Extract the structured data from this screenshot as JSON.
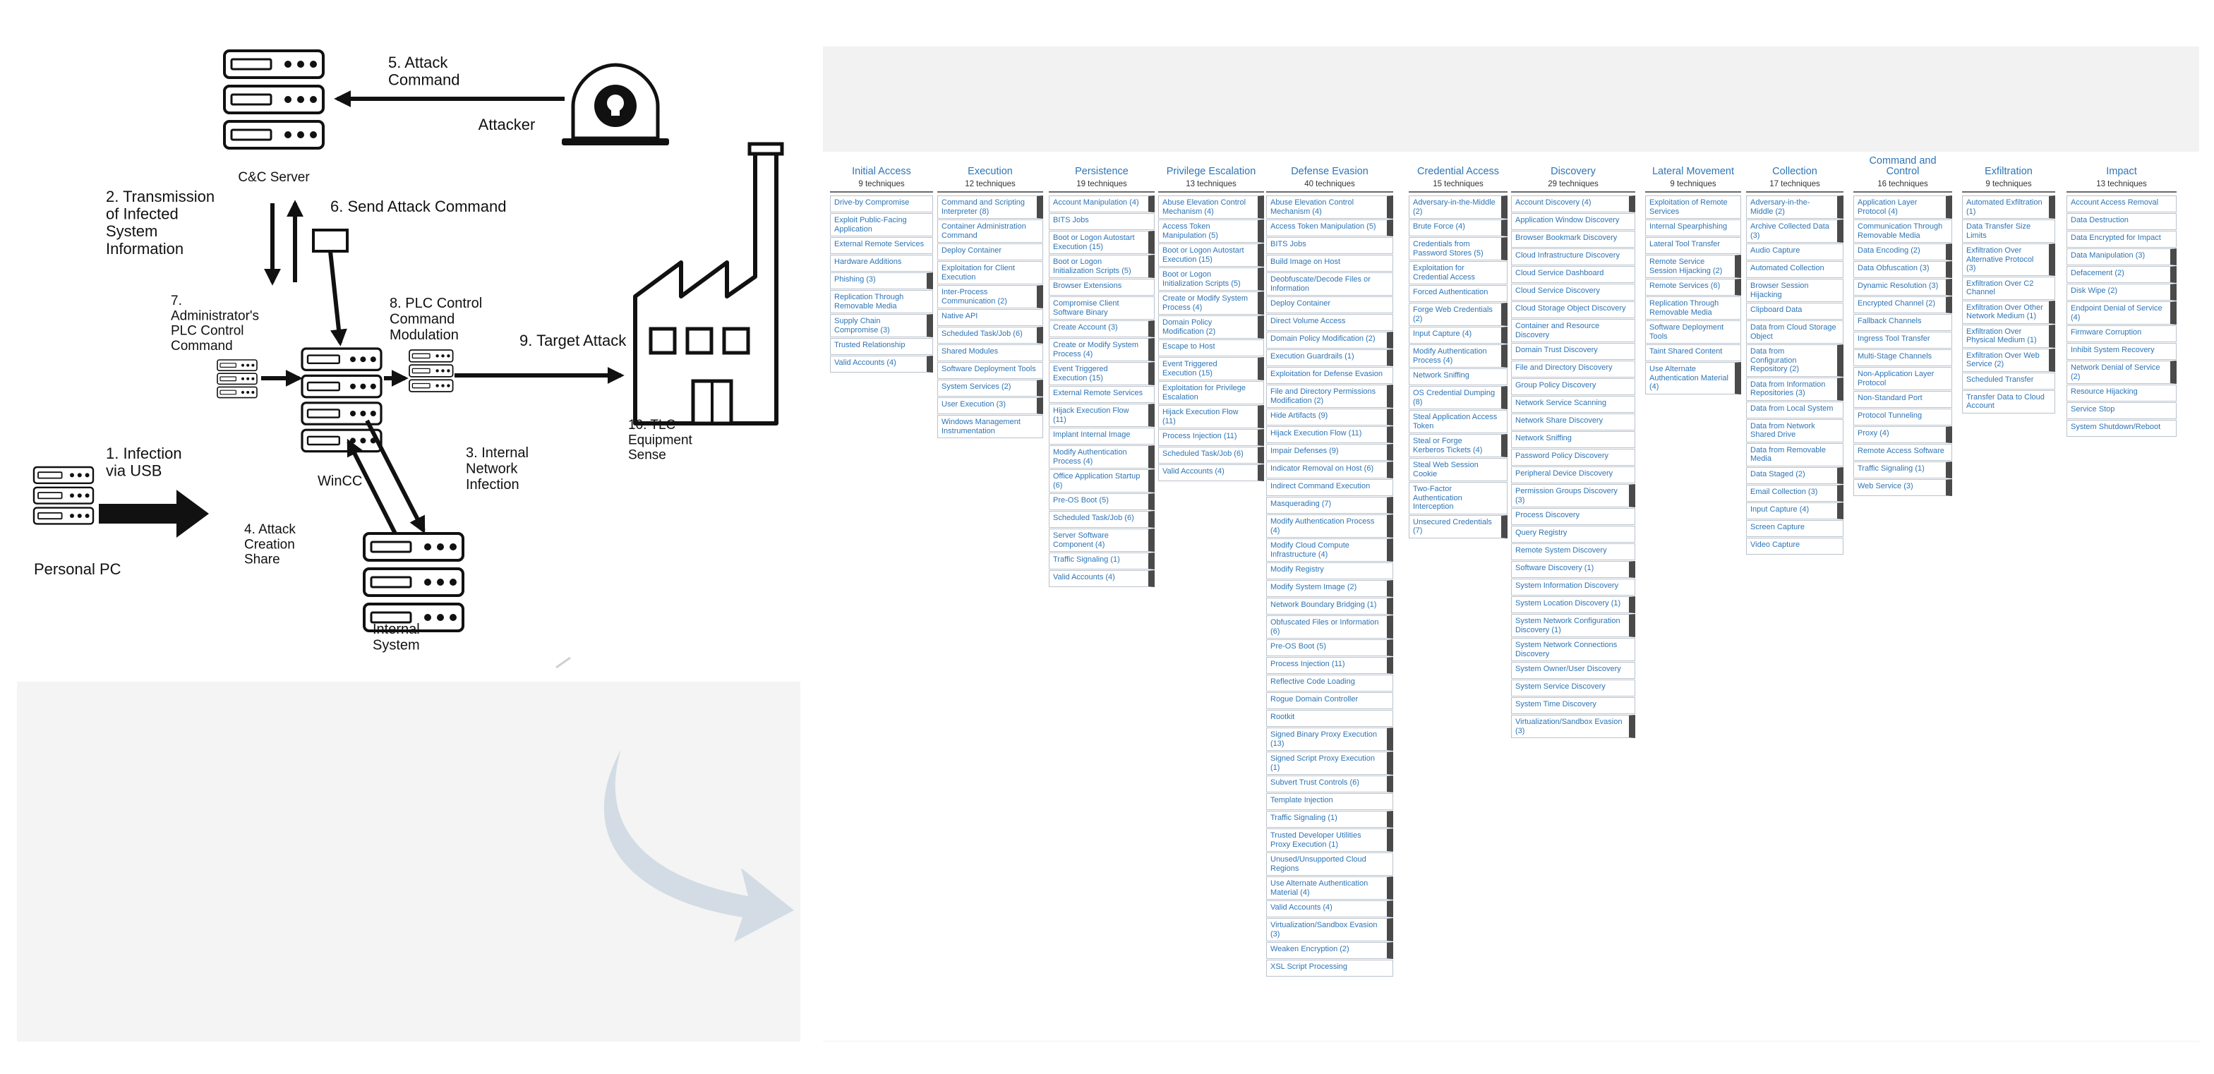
{
  "diagram": {
    "labels": {
      "attack_command": "5. Attack\nCommand",
      "attacker": "Attacker",
      "cc_server": "C&C Server",
      "transmission": "2. Transmission\nof Infected\nSystem\nInformation",
      "send_attack": "6. Send Attack Command",
      "admin_plc": "7.\nAdministrator's\nPLC Control\nCommand",
      "plc_mod": "8. PLC Control\nCommand\nModulation",
      "target_attack": "9. Target Attack",
      "tlc": "10. TLC\nEquipment\nSense",
      "infection_usb": "1. Infection\nvia USB",
      "attack_share": "4. Attack\nCreation\nShare",
      "internal_infection": "3. Internal\nNetwork\nInfection",
      "wincc": "WinCC",
      "personal_pc": "Personal PC",
      "internal_system": "Internal\nSystem"
    },
    "colors": {
      "ink": "#111111",
      "arrow": "#cfd9e2",
      "link": "#2e75b6",
      "subtech": "#4a4a4a"
    }
  },
  "matrix": [
    {
      "tactic": "Initial Access",
      "count": "9 techniques",
      "items": [
        {
          "t": "Drive-by Compromise"
        },
        {
          "t": "Exploit Public-Facing Application"
        },
        {
          "t": "External Remote Services"
        },
        {
          "t": "Hardware Additions"
        },
        {
          "t": "Phishing (3)",
          "s": 1
        },
        {
          "t": "Replication Through Removable Media"
        },
        {
          "t": "Supply Chain Compromise (3)",
          "s": 1
        },
        {
          "t": "Trusted Relationship"
        },
        {
          "t": "Valid Accounts (4)",
          "s": 1
        }
      ]
    },
    {
      "tactic": "Execution",
      "count": "12 techniques",
      "items": [
        {
          "t": "Command and Scripting Interpreter (8)",
          "s": 1
        },
        {
          "t": "Container Administration Command"
        },
        {
          "t": "Deploy Container"
        },
        {
          "t": "Exploitation for Client Execution"
        },
        {
          "t": "Inter-Process Communication (2)",
          "s": 1
        },
        {
          "t": "Native API"
        },
        {
          "t": "Scheduled Task/Job (6)",
          "s": 1
        },
        {
          "t": "Shared Modules"
        },
        {
          "t": "Software Deployment Tools"
        },
        {
          "t": "System Services (2)",
          "s": 1
        },
        {
          "t": "User Execution (3)",
          "s": 1
        },
        {
          "t": "Windows Management Instrumentation"
        }
      ]
    },
    {
      "tactic": "Persistence",
      "count": "19 techniques",
      "items": [
        {
          "t": "Account Manipulation (4)",
          "s": 1
        },
        {
          "t": "BITS Jobs"
        },
        {
          "t": "Boot or Logon Autostart Execution (15)",
          "s": 1
        },
        {
          "t": "Boot or Logon Initialization Scripts (5)",
          "s": 1
        },
        {
          "t": "Browser Extensions"
        },
        {
          "t": "Compromise Client Software Binary"
        },
        {
          "t": "Create Account (3)",
          "s": 1
        },
        {
          "t": "Create or Modify System Process (4)",
          "s": 1
        },
        {
          "t": "Event Triggered Execution (15)",
          "s": 1
        },
        {
          "t": "External Remote Services"
        },
        {
          "t": "Hijack Execution Flow (11)",
          "s": 1
        },
        {
          "t": "Implant Internal Image"
        },
        {
          "t": "Modify Authentication Process (4)",
          "s": 1
        },
        {
          "t": "Office Application Startup (6)",
          "s": 1
        },
        {
          "t": "Pre-OS Boot (5)",
          "s": 1
        },
        {
          "t": "Scheduled Task/Job (6)",
          "s": 1
        },
        {
          "t": "Server Software Component (4)",
          "s": 1
        },
        {
          "t": "Traffic Signaling (1)",
          "s": 1
        },
        {
          "t": "Valid Accounts (4)",
          "s": 1
        }
      ]
    },
    {
      "tactic": "Privilege Escalation",
      "count": "13 techniques",
      "items": [
        {
          "t": "Abuse Elevation Control Mechanism (4)",
          "s": 1
        },
        {
          "t": "Access Token Manipulation (5)",
          "s": 1
        },
        {
          "t": "Boot or Logon Autostart Execution (15)",
          "s": 1
        },
        {
          "t": "Boot or Logon Initialization Scripts (5)",
          "s": 1
        },
        {
          "t": "Create or Modify System Process (4)",
          "s": 1
        },
        {
          "t": "Domain Policy Modification (2)",
          "s": 1
        },
        {
          "t": "Escape to Host"
        },
        {
          "t": "Event Triggered Execution (15)",
          "s": 1
        },
        {
          "t": "Exploitation for Privilege Escalation"
        },
        {
          "t": "Hijack Execution Flow (11)",
          "s": 1
        },
        {
          "t": "Process Injection (11)",
          "s": 1
        },
        {
          "t": "Scheduled Task/Job (6)",
          "s": 1
        },
        {
          "t": "Valid Accounts (4)",
          "s": 1
        }
      ]
    },
    {
      "tactic": "Defense Evasion",
      "count": "40 techniques",
      "items": [
        {
          "t": "Abuse Elevation Control Mechanism (4)",
          "s": 1
        },
        {
          "t": "Access Token Manipulation (5)",
          "s": 1
        },
        {
          "t": "BITS Jobs"
        },
        {
          "t": "Build Image on Host"
        },
        {
          "t": "Deobfuscate/Decode Files or Information"
        },
        {
          "t": "Deploy Container"
        },
        {
          "t": "Direct Volume Access"
        },
        {
          "t": "Domain Policy Modification (2)",
          "s": 1
        },
        {
          "t": "Execution Guardrails (1)",
          "s": 1
        },
        {
          "t": "Exploitation for Defense Evasion"
        },
        {
          "t": "File and Directory Permissions Modification (2)",
          "s": 1
        },
        {
          "t": "Hide Artifacts (9)",
          "s": 1
        },
        {
          "t": "Hijack Execution Flow (11)",
          "s": 1
        },
        {
          "t": "Impair Defenses (9)",
          "s": 1
        },
        {
          "t": "Indicator Removal on Host (6)",
          "s": 1
        },
        {
          "t": "Indirect Command Execution"
        },
        {
          "t": "Masquerading (7)",
          "s": 1
        },
        {
          "t": "Modify Authentication Process (4)",
          "s": 1
        },
        {
          "t": "Modify Cloud Compute Infrastructure (4)",
          "s": 1
        },
        {
          "t": "Modify Registry"
        },
        {
          "t": "Modify System Image (2)",
          "s": 1
        },
        {
          "t": "Network Boundary Bridging (1)",
          "s": 1
        },
        {
          "t": "Obfuscated Files or Information (6)",
          "s": 1
        },
        {
          "t": "Pre-OS Boot (5)",
          "s": 1
        },
        {
          "t": "Process Injection (11)",
          "s": 1
        },
        {
          "t": "Reflective Code Loading"
        },
        {
          "t": "Rogue Domain Controller"
        },
        {
          "t": "Rootkit"
        },
        {
          "t": "Signed Binary Proxy Execution (13)",
          "s": 1
        },
        {
          "t": "Signed Script Proxy Execution (1)",
          "s": 1
        },
        {
          "t": "Subvert Trust Controls (6)",
          "s": 1
        },
        {
          "t": "Template Injection"
        },
        {
          "t": "Traffic Signaling (1)",
          "s": 1
        },
        {
          "t": "Trusted Developer Utilities Proxy Execution (1)",
          "s": 1
        },
        {
          "t": "Unused/Unsupported Cloud Regions"
        },
        {
          "t": "Use Alternate Authentication Material (4)",
          "s": 1
        },
        {
          "t": "Valid Accounts (4)",
          "s": 1
        },
        {
          "t": "Virtualization/Sandbox Evasion (3)",
          "s": 1
        },
        {
          "t": "Weaken Encryption (2)",
          "s": 1
        },
        {
          "t": "XSL Script Processing"
        }
      ]
    },
    {
      "tactic": "Credential Access",
      "count": "15 techniques",
      "items": [
        {
          "t": "Adversary-in-the-Middle (2)",
          "s": 1
        },
        {
          "t": "Brute Force (4)",
          "s": 1
        },
        {
          "t": "Credentials from Password Stores (5)",
          "s": 1
        },
        {
          "t": "Exploitation for Credential Access"
        },
        {
          "t": "Forced Authentication"
        },
        {
          "t": "Forge Web Credentials (2)",
          "s": 1
        },
        {
          "t": "Input Capture (4)",
          "s": 1
        },
        {
          "t": "Modify Authentication Process (4)",
          "s": 1
        },
        {
          "t": "Network Sniffing"
        },
        {
          "t": "OS Credential Dumping (8)",
          "s": 1
        },
        {
          "t": "Steal Application Access Token"
        },
        {
          "t": "Steal or Forge Kerberos Tickets (4)",
          "s": 1
        },
        {
          "t": "Steal Web Session Cookie"
        },
        {
          "t": "Two-Factor Authentication Interception"
        },
        {
          "t": "Unsecured Credentials (7)",
          "s": 1
        }
      ]
    },
    {
      "tactic": "Discovery",
      "count": "29 techniques",
      "items": [
        {
          "t": "Account Discovery (4)",
          "s": 1
        },
        {
          "t": "Application Window Discovery"
        },
        {
          "t": "Browser Bookmark Discovery"
        },
        {
          "t": "Cloud Infrastructure Discovery"
        },
        {
          "t": "Cloud Service Dashboard"
        },
        {
          "t": "Cloud Service Discovery"
        },
        {
          "t": "Cloud Storage Object Discovery"
        },
        {
          "t": "Container and Resource Discovery"
        },
        {
          "t": "Domain Trust Discovery"
        },
        {
          "t": "File and Directory Discovery"
        },
        {
          "t": "Group Policy Discovery"
        },
        {
          "t": "Network Service Scanning"
        },
        {
          "t": "Network Share Discovery"
        },
        {
          "t": "Network Sniffing"
        },
        {
          "t": "Password Policy Discovery"
        },
        {
          "t": "Peripheral Device Discovery"
        },
        {
          "t": "Permission Groups Discovery (3)",
          "s": 1
        },
        {
          "t": "Process Discovery"
        },
        {
          "t": "Query Registry"
        },
        {
          "t": "Remote System Discovery"
        },
        {
          "t": "Software Discovery (1)",
          "s": 1
        },
        {
          "t": "System Information Discovery"
        },
        {
          "t": "System Location Discovery (1)",
          "s": 1
        },
        {
          "t": "System Network Configuration Discovery (1)",
          "s": 1
        },
        {
          "t": "System Network Connections Discovery"
        },
        {
          "t": "System Owner/User Discovery"
        },
        {
          "t": "System Service Discovery"
        },
        {
          "t": "System Time Discovery"
        },
        {
          "t": "Virtualization/Sandbox Evasion (3)",
          "s": 1
        }
      ]
    },
    {
      "tactic": "Lateral Movement",
      "count": "9 techniques",
      "items": [
        {
          "t": "Exploitation of Remote Services"
        },
        {
          "t": "Internal Spearphishing"
        },
        {
          "t": "Lateral Tool Transfer"
        },
        {
          "t": "Remote Service Session Hijacking (2)",
          "s": 1
        },
        {
          "t": "Remote Services (6)",
          "s": 1
        },
        {
          "t": "Replication Through Removable Media"
        },
        {
          "t": "Software Deployment Tools"
        },
        {
          "t": "Taint Shared Content"
        },
        {
          "t": "Use Alternate Authentication Material (4)",
          "s": 1
        }
      ]
    },
    {
      "tactic": "Collection",
      "count": "17 techniques",
      "items": [
        {
          "t": "Adversary-in-the-Middle (2)",
          "s": 1
        },
        {
          "t": "Archive Collected Data (3)",
          "s": 1
        },
        {
          "t": "Audio Capture"
        },
        {
          "t": "Automated Collection"
        },
        {
          "t": "Browser Session Hijacking"
        },
        {
          "t": "Clipboard Data"
        },
        {
          "t": "Data from Cloud Storage Object"
        },
        {
          "t": "Data from Configuration Repository (2)",
          "s": 1
        },
        {
          "t": "Data from Information Repositories (3)",
          "s": 1
        },
        {
          "t": "Data from Local System"
        },
        {
          "t": "Data from Network Shared Drive"
        },
        {
          "t": "Data from Removable Media"
        },
        {
          "t": "Data Staged (2)",
          "s": 1
        },
        {
          "t": "Email Collection (3)",
          "s": 1
        },
        {
          "t": "Input Capture (4)",
          "s": 1
        },
        {
          "t": "Screen Capture"
        },
        {
          "t": "Video Capture"
        }
      ]
    },
    {
      "tactic": "Command and\nControl",
      "count": "16 techniques",
      "items": [
        {
          "t": "Application Layer Protocol (4)",
          "s": 1
        },
        {
          "t": "Communication Through Removable Media"
        },
        {
          "t": "Data Encoding (2)",
          "s": 1
        },
        {
          "t": "Data Obfuscation (3)",
          "s": 1
        },
        {
          "t": "Dynamic Resolution (3)",
          "s": 1
        },
        {
          "t": "Encrypted Channel (2)",
          "s": 1
        },
        {
          "t": "Fallback Channels"
        },
        {
          "t": "Ingress Tool Transfer"
        },
        {
          "t": "Multi-Stage Channels"
        },
        {
          "t": "Non-Application Layer Protocol"
        },
        {
          "t": "Non-Standard Port"
        },
        {
          "t": "Protocol Tunneling"
        },
        {
          "t": "Proxy (4)",
          "s": 1
        },
        {
          "t": "Remote Access Software"
        },
        {
          "t": "Traffic Signaling (1)",
          "s": 1
        },
        {
          "t": "Web Service (3)",
          "s": 1
        }
      ]
    },
    {
      "tactic": "Exfiltration",
      "count": "9 techniques",
      "items": [
        {
          "t": "Automated Exfiltration (1)",
          "s": 1
        },
        {
          "t": "Data Transfer Size Limits"
        },
        {
          "t": "Exfiltration Over Alternative Protocol (3)",
          "s": 1
        },
        {
          "t": "Exfiltration Over C2 Channel"
        },
        {
          "t": "Exfiltration Over Other Network Medium (1)",
          "s": 1
        },
        {
          "t": "Exfiltration Over Physical Medium (1)",
          "s": 1
        },
        {
          "t": "Exfiltration Over Web Service (2)",
          "s": 1
        },
        {
          "t": "Scheduled Transfer"
        },
        {
          "t": "Transfer Data to Cloud Account"
        }
      ]
    },
    {
      "tactic": "Impact",
      "count": "13 techniques",
      "items": [
        {
          "t": "Account Access Removal"
        },
        {
          "t": "Data Destruction"
        },
        {
          "t": "Data Encrypted for Impact"
        },
        {
          "t": "Data Manipulation (3)",
          "s": 1
        },
        {
          "t": "Defacement (2)",
          "s": 1
        },
        {
          "t": "Disk Wipe (2)",
          "s": 1
        },
        {
          "t": "Endpoint Denial of Service (4)",
          "s": 1
        },
        {
          "t": "Firmware Corruption"
        },
        {
          "t": "Inhibit System Recovery"
        },
        {
          "t": "Network Denial of Service (2)",
          "s": 1
        },
        {
          "t": "Resource Hijacking"
        },
        {
          "t": "Service Stop"
        },
        {
          "t": "System Shutdown/Reboot"
        }
      ]
    }
  ]
}
